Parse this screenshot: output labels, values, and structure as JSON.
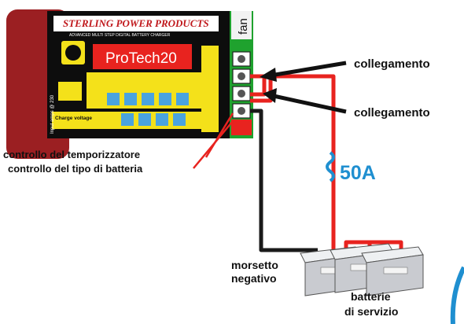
{
  "charger": {
    "brand": "STERLING POWER PRODUCTS",
    "tagline": "ADVANCED MULTI STEP DIGITAL BATTERY CHARGER",
    "model": "ProTech20",
    "charge_voltage_label": "Charge voltage",
    "side_text": "Input amps @ 230"
  },
  "fan_label": "fan",
  "labels": {
    "collegamento_top": "collegamento",
    "collegamento_bottom": "collegamento",
    "timer_control": "controllo del temporizzatore",
    "battery_type_control": "controllo del tipo di batteria",
    "fuse": "50A",
    "negative_terminal_line1": "morsetto",
    "negative_terminal_line2": "negativo",
    "batteries_line1": "batterie",
    "batteries_line2": "di servizio"
  },
  "colors": {
    "body_red": "#9b1f22",
    "panel_black": "#0d0d0d",
    "panel_yellow": "#f4e11a",
    "panel_blue": "#4aa3df",
    "terminal_green": "#1fa22e",
    "wire_red": "#e8231f",
    "wire_black": "#1a1a1a",
    "fuse_blue": "#1f8fd0",
    "battery_gray": "#c9cbd0"
  }
}
